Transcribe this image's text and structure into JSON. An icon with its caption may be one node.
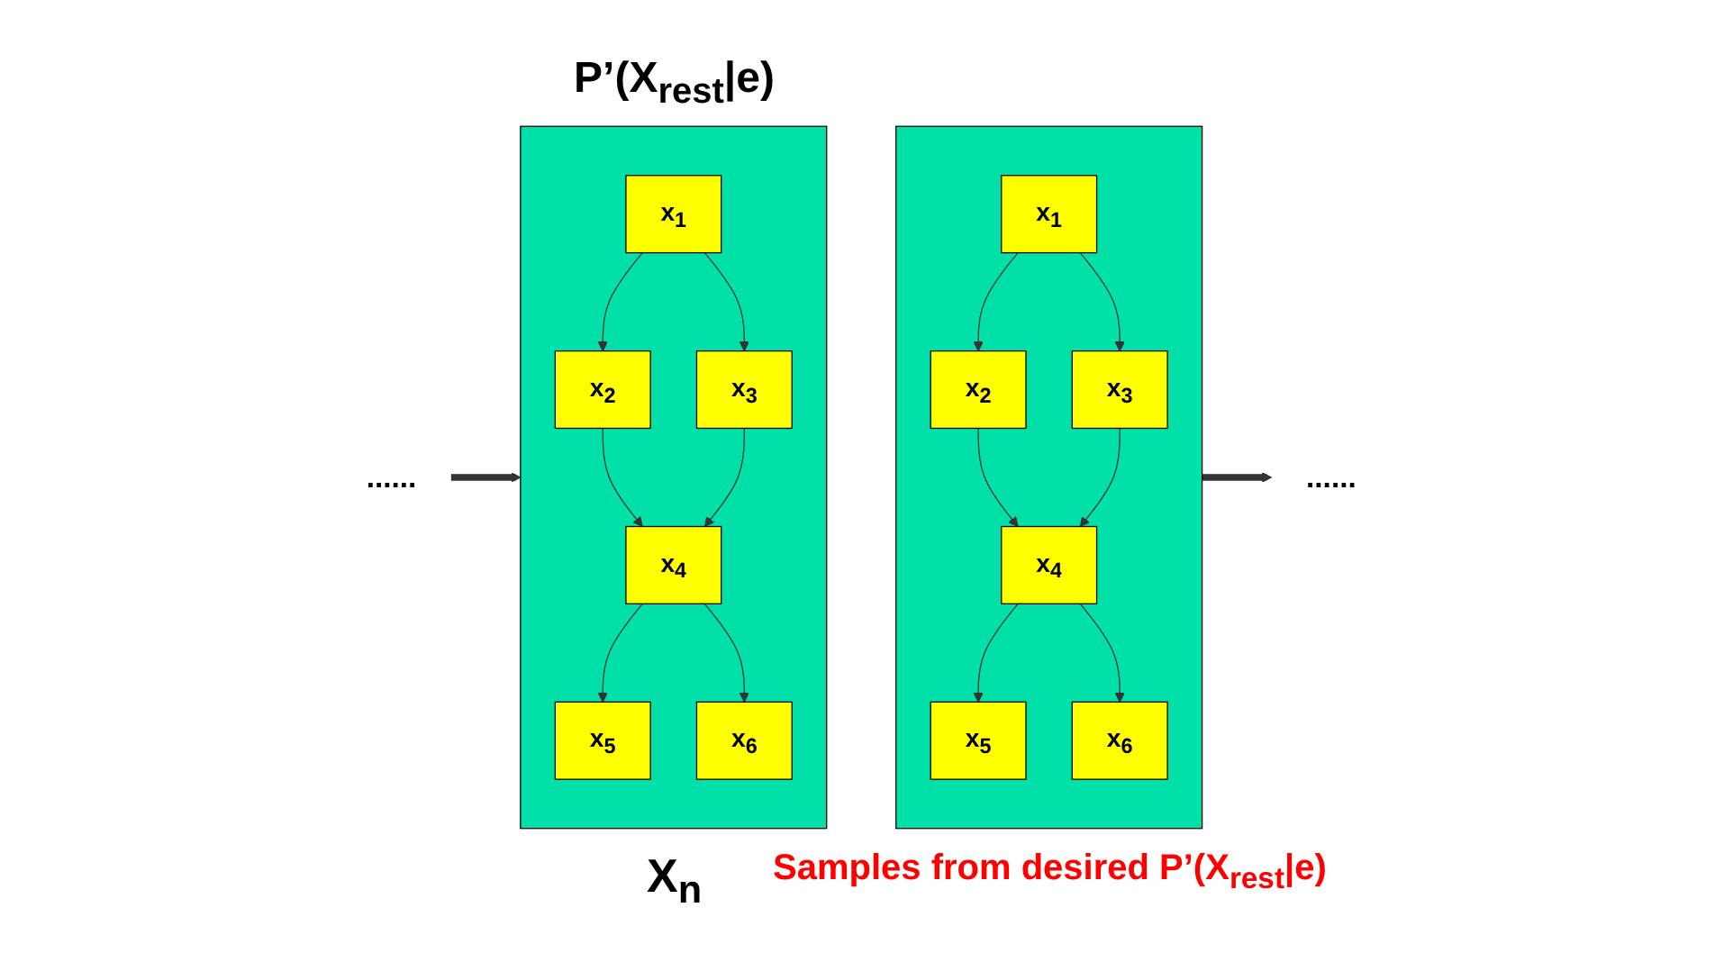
{
  "diagram": {
    "nodes": [
      {
        "text": [
          "......"
        ]
      },
      {
        "text": [
          "P’(X$_{rest}$|e)"
        ],
        "beside": [
          "X$_{n}$"
        ]
      },
      {
        "text": [
          "x$_{1}$"
        ],
        "in": 1
      },
      {
        "text": [
          "x$_{2}$"
        ],
        "in": 1
      },
      {
        "text": [
          "x$_{3}$"
        ],
        "in": 1
      },
      {
        "text": [
          "x$_{4}$"
        ],
        "in": 1
      },
      {
        "text": [
          "x$_{5}$"
        ],
        "in": 1
      },
      {
        "text": [
          "x$_{6}$"
        ],
        "in": 1
      },
      {
        "text": [],
        "shape": "box",
        "beside": [
          "Samples from desired P’(X$_{rest}$|e)"
        ]
      },
      {
        "text": [
          "x$_{1}$"
        ],
        "in": 8
      },
      {
        "text": [
          "x$_{2}$"
        ],
        "in": 8
      },
      {
        "text": [
          "x$_{3}$"
        ],
        "in": 8
      },
      {
        "text": [
          "x$_{4}$"
        ],
        "in": 8
      },
      {
        "text": [
          "x$_{5}$"
        ],
        "in": 8
      },
      {
        "text": [
          "x$_{6}$"
        ],
        "in": 8
      },
      {
        "text": [
          "......"
        ]
      }
    ],
    "edges": [
      {
        "from": 0,
        "to": 1,
        "arrow": "to",
        "style": "thick"
      },
      {
        "from": 2,
        "to": 3,
        "arrow": "to"
      },
      {
        "from": 2,
        "to": 4,
        "arrow": "to"
      },
      {
        "from": 3,
        "to": 5,
        "arrow": "to"
      },
      {
        "from": 4,
        "to": 5,
        "arrow": "to"
      },
      {
        "from": 5,
        "to": 6,
        "arrow": "to"
      },
      {
        "from": 5,
        "to": 7,
        "arrow": "to"
      },
      {
        "from": 9,
        "to": 10,
        "arrow": "to"
      },
      {
        "from": 9,
        "to": 11,
        "arrow": "to"
      },
      {
        "from": 10,
        "to": 12,
        "arrow": "to"
      },
      {
        "from": 11,
        "to": 12,
        "arrow": "to"
      },
      {
        "from": 12,
        "to": 13,
        "arrow": "to"
      },
      {
        "from": 12,
        "to": 14,
        "arrow": "to"
      },
      {
        "from": 8,
        "to": 15,
        "arrow": "to",
        "style": "thick"
      }
    ]
  }
}
